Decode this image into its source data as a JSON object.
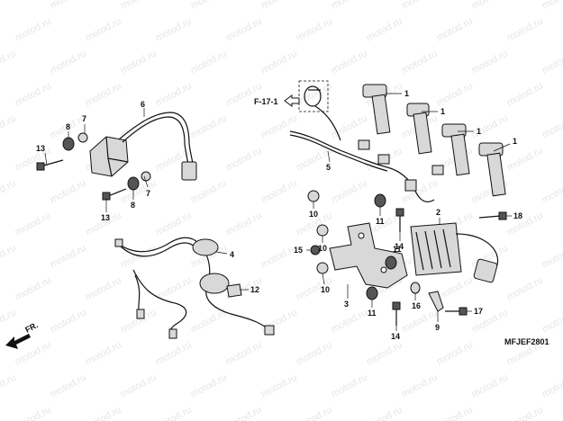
{
  "diagram": {
    "watermark": "motod.ru",
    "ref_label": "F-17-1",
    "direction_label": "FR.",
    "diagram_code": "MFJEF2801",
    "callouts": [
      "1",
      "1",
      "1",
      "1",
      "2",
      "3",
      "4",
      "5",
      "6",
      "7",
      "7",
      "8",
      "8",
      "9",
      "10",
      "10",
      "10",
      "11",
      "11",
      "11",
      "12",
      "13",
      "13",
      "14",
      "14",
      "15",
      "16",
      "17",
      "18"
    ]
  },
  "colors": {
    "line": "#111111",
    "watermark": "#e6e6e6",
    "shade": "#d8d8d8"
  },
  "icons": [
    "arrow-left-icon",
    "direction-arrow-icon"
  ]
}
